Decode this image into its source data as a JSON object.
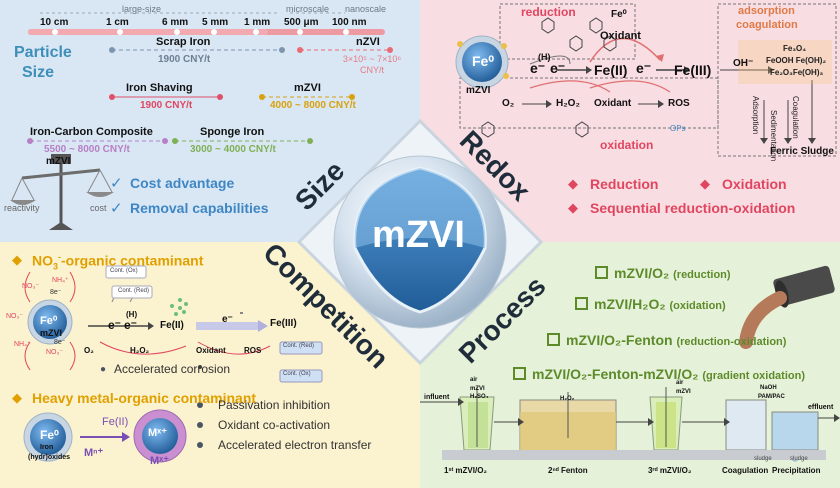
{
  "colors": {
    "size_bg": "#d9e7f5",
    "redox_bg": "#f8dde2",
    "comp_bg": "#fbf2cf",
    "proc_bg": "#e6f1d9",
    "accent_red": "#e04660",
    "accent_green": "#5d8b2a",
    "accent_blue": "#3e86c4",
    "accent_orange": "#e0a000",
    "accent_purple": "#b44fb4"
  },
  "center": {
    "label": "mZVI"
  },
  "quadrants": {
    "size": "Size",
    "redox": "Redox",
    "competition": "Competition",
    "process": "Process"
  },
  "size": {
    "scale_groups": {
      "large": "large-size",
      "micro": "microscale",
      "nano": "nanoscale"
    },
    "ticks": [
      "10 cm",
      "1 cm",
      "6 mm",
      "5 mm",
      "1 mm",
      "500 μm",
      "100 nm"
    ],
    "particle_size_line1": "Particle",
    "particle_size_line2": "Size",
    "materials": [
      {
        "name": "Scrap Iron",
        "price": "1900 CNY/t"
      },
      {
        "name": "nZVI",
        "price": "3×10⁵ ~ 7×10⁶ CNY/t"
      },
      {
        "name": "Iron Shaving",
        "price": "1900 CNY/t"
      },
      {
        "name": "mZVI",
        "price": "4000 ~ 8000 CNY/t"
      },
      {
        "name": "Iron-Carbon Composite",
        "price": "5500 ~ 8000 CNY/t"
      },
      {
        "name": "Sponge Iron",
        "price": "3000 ~ 4000 CNY/t"
      }
    ],
    "balance": {
      "top": "mZVI",
      "left": "reactivity",
      "right": "cost"
    },
    "advantages": [
      "Cost advantage",
      "Removal capabilities"
    ]
  },
  "redox": {
    "reduction_label": "reduction",
    "oxidation_label": "oxidation",
    "fe0_label": "Fe⁰",
    "oxidant_label": "Oxidant",
    "e_label": "e⁻",
    "h_label": "(H)",
    "fe2": "Fe(II)",
    "fe3": "Fe(III)",
    "o2": "O₂",
    "h2o2": "H₂O₂",
    "oxidant2": "Oxidant",
    "ros": "ROS",
    "particle_core": "Fe⁰",
    "particle_name": "mZVI",
    "ops": "OPs",
    "adsorption_coagulation_1": "adsorption",
    "adsorption_coagulation_2": "coagulation",
    "oh": "OH⁻",
    "fe_species": [
      "Fe₃O₄",
      "FeOOH Fe(OH)₂",
      "Fe₂O₃Fe(OH)₃"
    ],
    "side1": "Sedimentation",
    "side2": "Coagulation",
    "side3": "Adsorption",
    "ferric_sludge": "Ferric Sludge",
    "bullets": [
      "Reduction",
      "Oxidation",
      "Sequential reduction-oxidation"
    ]
  },
  "competition": {
    "title1_main": "NO",
    "title1_sub": "3",
    "title1_sup": "-",
    "title1_rest": "-organic contaminant",
    "no3": "NO₃⁻",
    "nh4": "NH₄⁺",
    "eight_e": "8e⁻",
    "particle": "Fe⁰",
    "particle_name": "mZVI",
    "cont_ox": "Cont. (Ox)",
    "cont_red": "Cont. (Red)",
    "e": "e⁻",
    "h": "(H)",
    "fe2": "Fe(II)",
    "fe3": "Fe(III)",
    "o2": "O₂",
    "h2o2": "H₂O₂",
    "oxidant": "Oxidant",
    "ros": "ROS",
    "accelerated": "Accelerated corrosion",
    "title2": "Heavy metal-organic contaminant",
    "fe0": "Fe⁰",
    "iron_1": "Iron",
    "iron_2": "(hydr)oxides",
    "fe2b": "Fe(II)",
    "mn": "Mⁿ⁺",
    "mx": "Mˣ⁺",
    "mx2": "Mˣ⁺",
    "bullets": [
      "Passivation inhibition",
      "Oxidant co-activation",
      "Accelerated electron transfer"
    ]
  },
  "process": {
    "items": [
      {
        "main": "mZVI/O₂",
        "note": "(reduction)"
      },
      {
        "main": "mZVI/H₂O₂",
        "note": "(oxidation)"
      },
      {
        "main": "mZVI/O₂-Fenton",
        "note": "(reduction-oxidation)"
      },
      {
        "main": "mZVI/O₂-Fenton-mZVI/O₂",
        "note": "(gradient oxidation)"
      }
    ],
    "flow": {
      "air": "air",
      "mzvi": "mZVI",
      "h2so4": "H₂SO₄",
      "influent": "influent",
      "h2o2": "H₂O₂",
      "air2": "air",
      "mzvi2": "mZVI",
      "naoh": "NaOH",
      "pampac": "PAM/PAC",
      "effluent": "effluent",
      "sludge1": "sludge",
      "sludge2": "sludge",
      "u1": "1ˢᵗ mZVI/O₂",
      "u2": "2ⁿᵈ Fenton",
      "u3": "3ʳᵈ mZVI/O₂",
      "u4": "Coagulation",
      "u5": "Precipitation"
    }
  }
}
